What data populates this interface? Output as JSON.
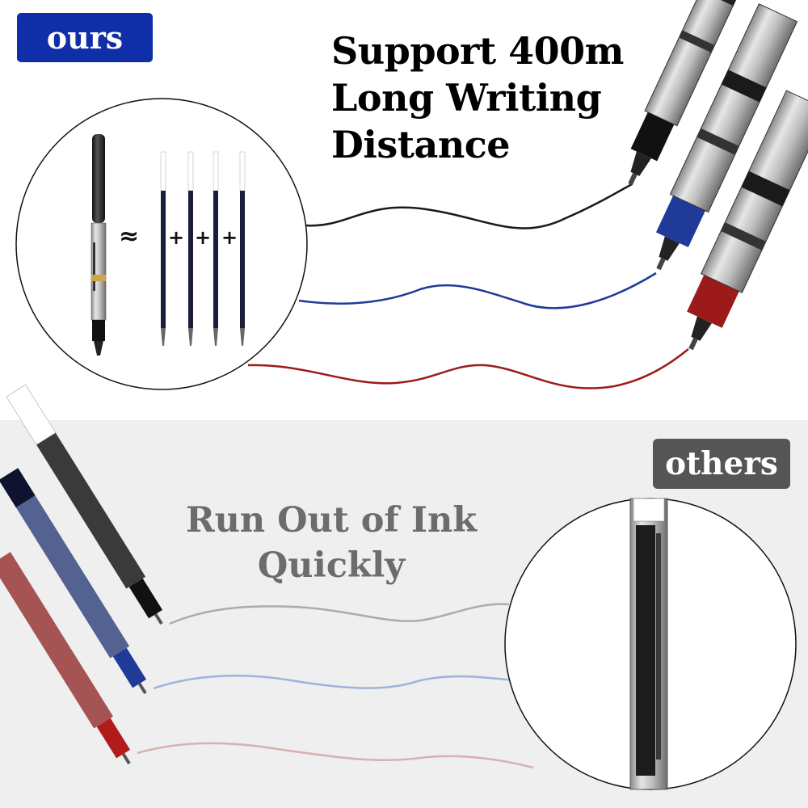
{
  "ours_label": "ours",
  "others_label": "others",
  "headline": {
    "line1": "Support 400m",
    "line2": "Long Writing",
    "line3": "Distance"
  },
  "subline": {
    "line1": "Run Out of Ink",
    "line2": "Quickly"
  },
  "equation": {
    "approx": "≈",
    "plus": "+"
  },
  "colors": {
    "ours_badge": "#0f2ea8",
    "others_badge": "#555555",
    "ink_black": "#1a1a1a",
    "ink_blue": "#1f3a99",
    "ink_red": "#9c1a1a",
    "bottom_panel": "#efefef"
  }
}
